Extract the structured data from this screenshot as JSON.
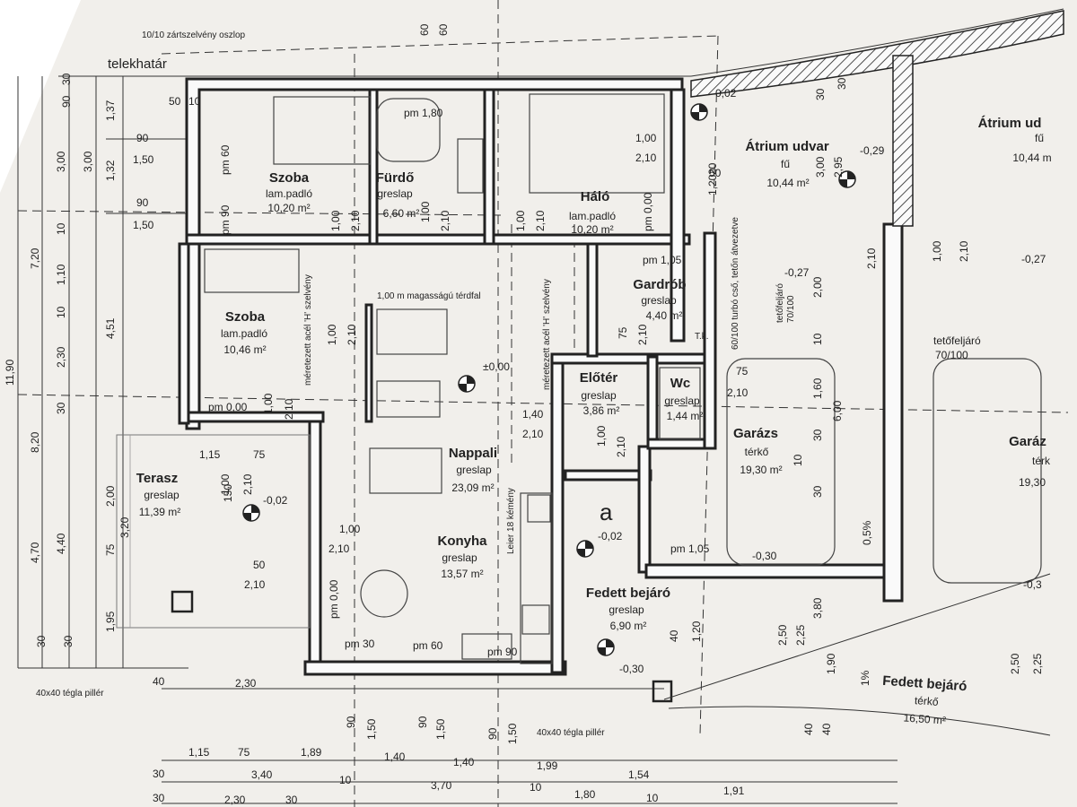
{
  "colors": {
    "paper": "#f1efeb",
    "ink": "#222222",
    "background": "#ffffff"
  },
  "header_labels": {
    "column": "10/10 zártszelvény oszlop",
    "boundary": "telekhatár",
    "beam_h1": "méretezett acél 'H' szelvény",
    "beam_h2": "méretezett acél 'H' szelvény",
    "railing": "1,00 m magasságú térdfal",
    "chimney": "Leier 18 kémény",
    "flue": "60/100 turbó cső, tetőn átvezetve",
    "roof_access_1": "tetőfeljáró",
    "roof_access_1_size": "70/100",
    "roof_access_2": "tetőfeljáró",
    "roof_access_2_size": "70/100",
    "pillar_left": "40x40 tégla pillér",
    "pillar_bottom": "40x40 tégla pillér",
    "room_a": "a"
  },
  "rooms": [
    {
      "id": "szoba-1",
      "name": "Szoba",
      "floor": "lam.padló",
      "area": "10,20 m²"
    },
    {
      "id": "furdo",
      "name": "Fürdő",
      "floor": "greslap",
      "area": "6,60 m²"
    },
    {
      "id": "halo",
      "name": "Háló",
      "floor": "lam.padló",
      "area": "10,20 m²"
    },
    {
      "id": "atrium-1",
      "name": "Átrium udvar",
      "floor": "fű",
      "area": "10,44 m²"
    },
    {
      "id": "atrium-2",
      "name": "Átrium ud",
      "floor": "fű",
      "area": "10,44 m"
    },
    {
      "id": "szoba-2",
      "name": "Szoba",
      "floor": "lam.padló",
      "area": "10,46 m²"
    },
    {
      "id": "gardrob",
      "name": "Gardrób",
      "floor": "greslap",
      "area": "4,40 m²"
    },
    {
      "id": "eloter",
      "name": "Előtér",
      "floor": "greslap",
      "area": "3,86 m²"
    },
    {
      "id": "wc",
      "name": "Wc",
      "floor": "greslap",
      "area": "1,44 m²"
    },
    {
      "id": "nappali",
      "name": "Nappali",
      "floor": "greslap",
      "area": "23,09 m²"
    },
    {
      "id": "terasz",
      "name": "Terasz",
      "floor": "greslap",
      "area": "11,39 m²"
    },
    {
      "id": "garazs-1",
      "name": "Garázs",
      "floor": "térkő",
      "area": "19,30 m²"
    },
    {
      "id": "garazs-2",
      "name": "Garáz",
      "floor": "térk",
      "area": "19,30"
    },
    {
      "id": "konyha",
      "name": "Konyha",
      "floor": "greslap",
      "area": "13,57 m²"
    },
    {
      "id": "fedett-1",
      "name": "Fedett bejáró",
      "floor": "greslap",
      "area": "6,90 m²"
    },
    {
      "id": "fedett-2",
      "name": "Fedett bejáró",
      "floor": "térkő",
      "area": "16,50 m²"
    }
  ],
  "levels": [
    "±0,00",
    "-0,02",
    "-0,29",
    "-0,27",
    "-0,27",
    "-0,02",
    "-0,02",
    "-0,30",
    "-0,30",
    "-0,3"
  ],
  "pm_labels": [
    "pm 1,80",
    "pm 60",
    "pm 90",
    "pm 0,00",
    "pm 1,05",
    "pm 0,00",
    "pm 30",
    "pm 60",
    "pm 90",
    "pm 1,05",
    "pm 0,00"
  ],
  "dims_left_outer": [
    "1,37",
    "3,00",
    "7,20",
    "1,32",
    "10",
    "1,10",
    "10",
    "2,30",
    "4,51",
    "11,90",
    "30",
    "8,20",
    "2,00",
    "4,70",
    "4,40",
    "75",
    "1,95",
    "30",
    "30",
    "3,20"
  ],
  "dims_left_inner": [
    "50",
    "10",
    "90",
    "1,50",
    "90",
    "1,50",
    "3,00"
  ],
  "dims_top": [
    "30",
    "90",
    "60",
    "60",
    "-0,02",
    "30",
    "30"
  ],
  "dims_bottom_row1": [
    "1,15",
    "75",
    "1,89",
    "1,40",
    "1,40",
    "1,99",
    "1,54"
  ],
  "dims_bottom_row2": [
    "30",
    "3,40",
    "10",
    "3,70",
    "10",
    "1,80",
    "10",
    "1,91"
  ],
  "dims_bottom_row3": [
    "30",
    "2,30",
    "30"
  ],
  "dims_vertical_mid": [
    "90",
    "1,50",
    "90",
    "1,50",
    "90",
    "1,50"
  ],
  "dims_right": [
    "3,00",
    "2,95",
    "1,20",
    "2,10",
    "2,00",
    "10",
    "1,60",
    "6,00",
    "30",
    "10",
    "30",
    "3,80",
    "2,25",
    "2,50",
    "1,90",
    "40",
    "40",
    "2,50",
    "2,25",
    "1,00",
    "2,10"
  ],
  "door_dims": [
    "1,00",
    "2,10",
    "1,00",
    "2,10",
    "1,00",
    "2,10",
    "1,00",
    "2,10",
    "1,00",
    "2,10",
    "1,00",
    "2,10",
    "1,40",
    "2,10",
    "1,00",
    "2,10",
    "75",
    "2,10",
    "75",
    "2,10",
    "1,00",
    "2,10",
    "50",
    "2,10",
    "1,00",
    "2,10",
    "1,15",
    "75",
    "40",
    "2,30",
    "1,20",
    "40"
  ],
  "misc_marks": [
    "50",
    "20",
    "T.k.",
    "0,5%",
    "1%",
    "150"
  ]
}
